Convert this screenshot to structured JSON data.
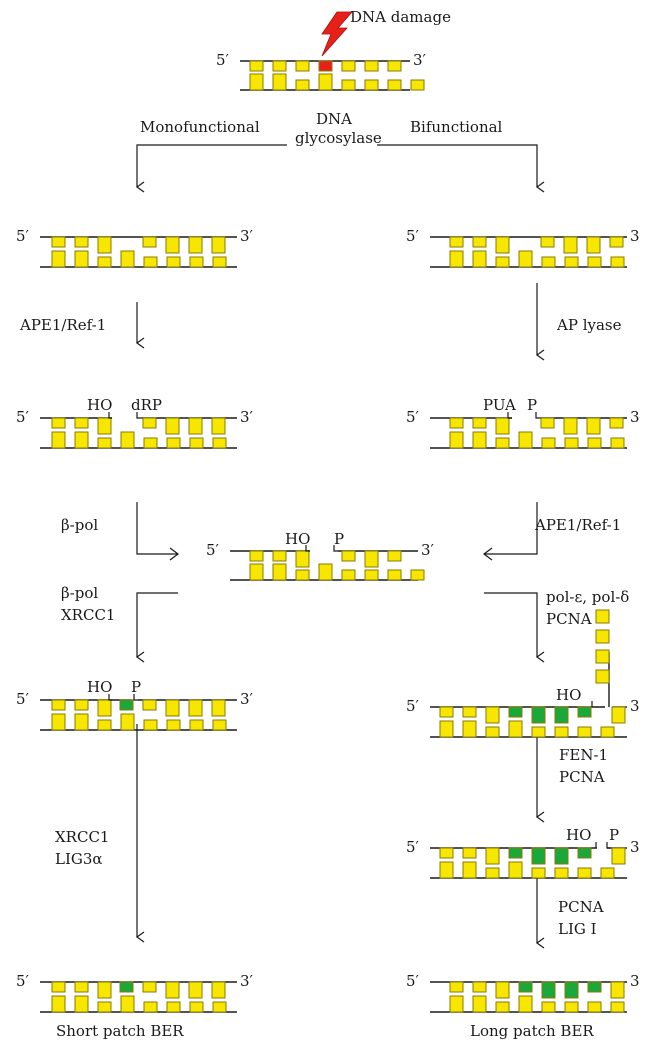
{
  "colors": {
    "base": "#f7e600",
    "damaged": "#e8201a",
    "new_base": "#1aa83a",
    "bolt": "#e8201a"
  },
  "labels": {
    "dna_damage": "DNA damage",
    "monofunctional": "Monofunctional",
    "dna": "DNA",
    "glycosylase": "glycosylase",
    "bifunctional": "Bifunctional",
    "ape1_left": "APE1/Ref-1",
    "ap_lyase": "AP lyase",
    "ho": "HO",
    "drp": "dRP",
    "pua": "PUA",
    "p": "P",
    "beta_pol": "β-pol",
    "ape1_right": "APE1/Ref-1",
    "beta_pol_2": "β-pol",
    "xrcc1": "XRCC1",
    "pol_line1": "pol-ε, pol-δ",
    "pol_line2": "PCNA",
    "fen1": "FEN-1",
    "pcna_fen": "PCNA",
    "xrcc1_lig": "XRCC1",
    "lig3a": "LIG3α",
    "pcna_lig": "PCNA",
    "lig1": "LIG I",
    "short_patch": "Short patch BER",
    "long_patch": "Long patch BER",
    "end5": "5′",
    "end3": "3′",
    "end3_cut": "3"
  }
}
